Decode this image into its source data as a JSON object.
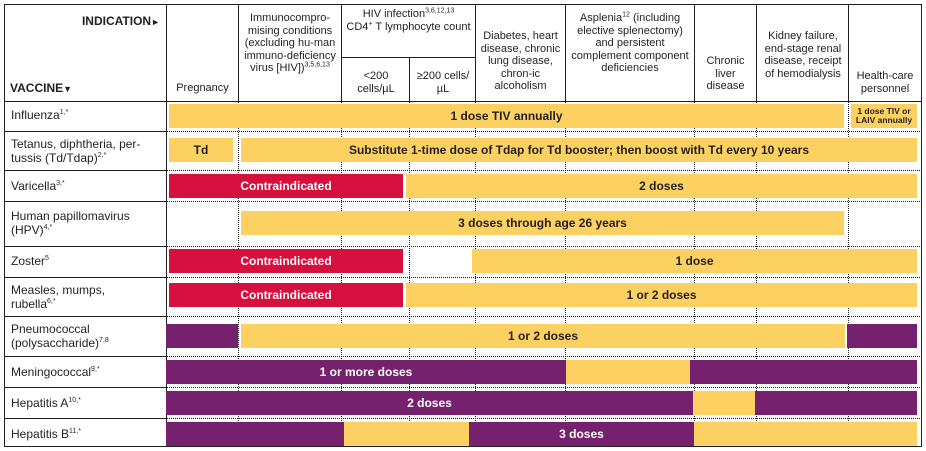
{
  "header": {
    "indication": "INDICATION",
    "indication_arrow": "►",
    "vaccine": "VACCINE",
    "vaccine_arrow": "▼",
    "pregnancy": "Pregnancy",
    "immuno": "Immunocompro-mising conditions (excluding hu-man immuno-deficiency virus [HIV])",
    "immuno_sup": "3,5,6,13",
    "hiv": "HIV infection",
    "hiv_sup": "3,6,12,13",
    "hiv_cd4": "CD4",
    "hiv_cd4_sup": "+",
    "hiv_cd4_rest": " T lymphocyte count",
    "hiv_lt": "<200 cells/µL",
    "hiv_ge": "≥200 cells/µL",
    "diabetes": "Diabetes, heart disease, chronic lung disease, chron-ic alcoholism",
    "asplenia": "Asplenia",
    "asplenia_sup": "12",
    "asplenia_rest": " (including elective splenectomy) and persistent complement component deficiencies",
    "liver": "Chronic liver disease",
    "kidney": "Kidney failure, end-stage renal disease, receipt of hemodialysis",
    "hcp": "Health-care personnel"
  },
  "vaccines": [
    {
      "name": "Influenza",
      "sup": "1,*"
    },
    {
      "name": "Tetanus, diphtheria, per-tussis (Td/Tdap)",
      "sup": "2,*"
    },
    {
      "name": "Varicella",
      "sup": "3,*"
    },
    {
      "name": "Human papillomavirus (HPV)",
      "sup": "4,*"
    },
    {
      "name": "Zoster",
      "sup": "5"
    },
    {
      "name": "Measles, mumps, rubella",
      "sup": "6,*"
    },
    {
      "name": "Pneumococcal (polysaccharide)",
      "sup": "7,8"
    },
    {
      "name": "Meningococcal",
      "sup": "9,*"
    },
    {
      "name": "Hepatitis A",
      "sup": "10,*"
    },
    {
      "name": "Hepatitis B",
      "sup": "11,*"
    }
  ],
  "bars": {
    "influenza_main": "1 dose TIV annually",
    "influenza_hcp": "1 dose TIV or LAIV annually",
    "td": "Td",
    "tdap": "Substitute 1-time dose of Tdap for Td booster; then boost with Td every 10 years",
    "varicella_contra": "Contraindicated",
    "varicella_doses": "2 doses",
    "hpv": "3 doses through age 26 years",
    "zoster_contra": "Contraindicated",
    "zoster_dose": "1 dose",
    "mmr_contra": "Contraindicated",
    "mmr_doses": "1 or 2 doses",
    "pneumo": "1 or 2 doses",
    "mening": "1 or more doses",
    "hepa": "2 doses",
    "hepb": "3 doses"
  },
  "colors": {
    "recommended": "#fcd061",
    "contraindicated": "#d6103e",
    "risk_factor": "#76216e"
  }
}
